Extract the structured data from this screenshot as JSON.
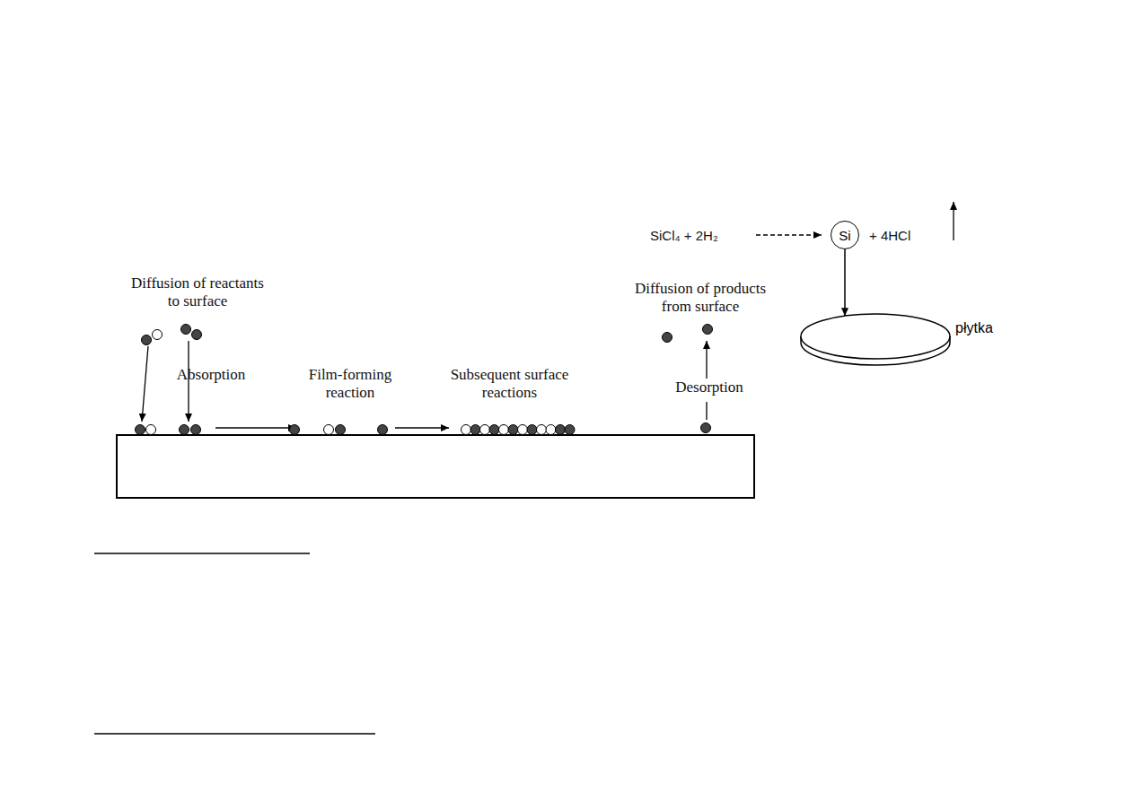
{
  "diagram": {
    "nodes": [
      {
        "text": [
          "Si"
        ]
      },
      {
        "text": [
          "płytka"
        ]
      }
    ],
    "edges": [
      {
        "from": 0,
        "to": 1,
        "arrow": "to"
      }
    ],
    "labels": [
      "Diffusion of reactants to surface",
      "Absorption",
      "Film-forming reaction",
      "Subsequent surface reactions",
      "Diffusion of products from surface",
      "Desorption",
      "SiCl₄ + 2H₂",
      "+ 4HCl"
    ]
  }
}
